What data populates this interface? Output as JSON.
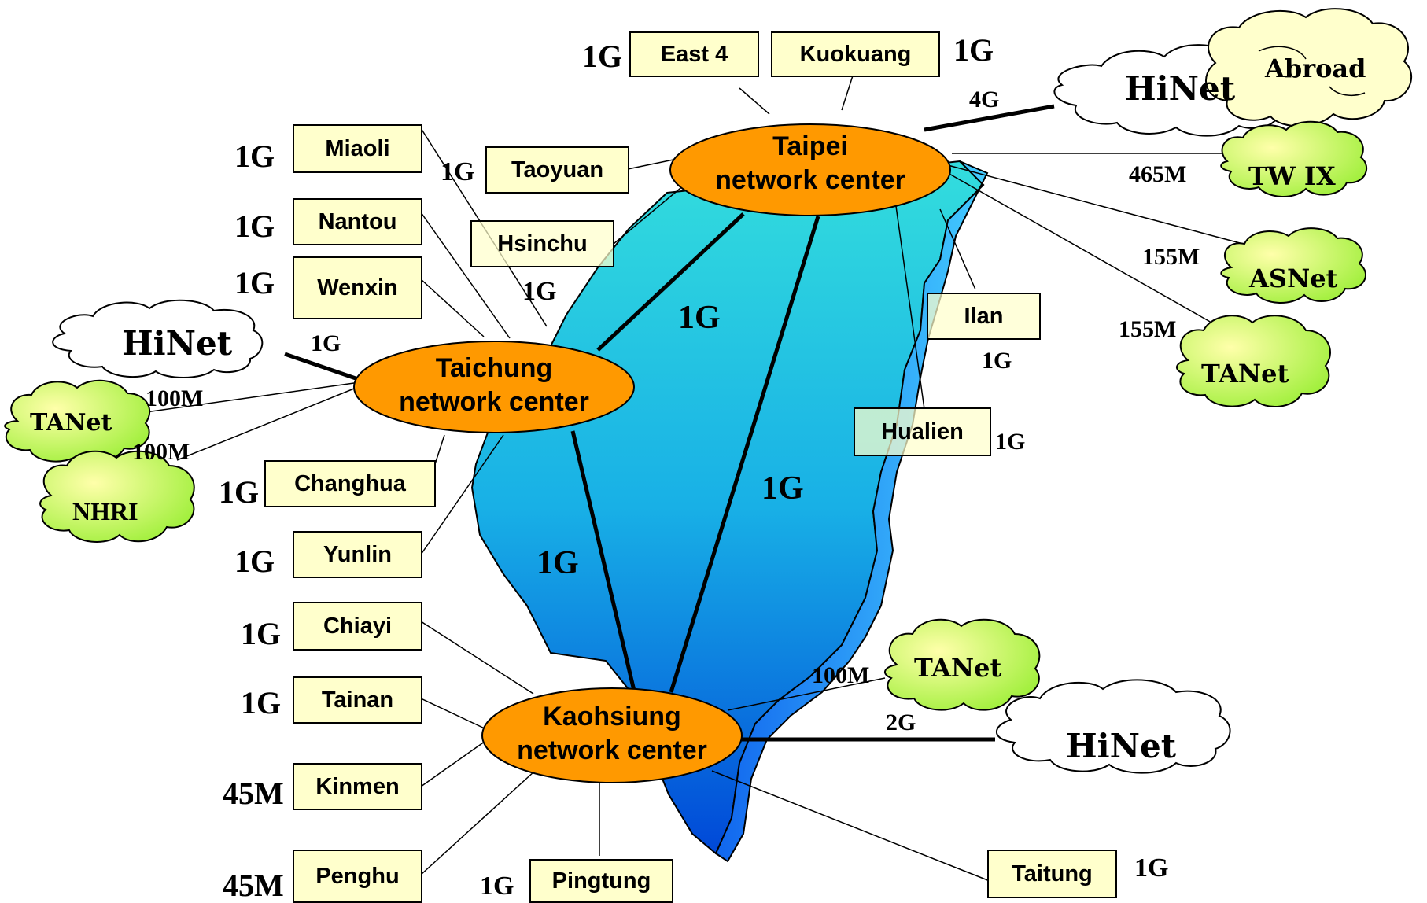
{
  "centers": {
    "taipei": "Taipei\nnetwork center",
    "taichung": "Taichung\nnetwork center",
    "kaohsiung": "Kaohsiung\nnetwork center"
  },
  "sites": {
    "east4": "East 4",
    "kuokuang": "Kuokuang",
    "miaoli": "Miaoli",
    "taoyuan": "Taoyuan",
    "nantou": "Nantou",
    "hsinchu": "Hsinchu",
    "wenxin": "Wenxin",
    "ilan": "Ilan",
    "hualien": "Hualien",
    "changhua": "Changhua",
    "yunlin": "Yunlin",
    "chiayi": "Chiayi",
    "tainan": "Tainan",
    "kinmen": "Kinmen",
    "penghu": "Penghu",
    "pingtung": "Pingtung",
    "taitung": "Taitung"
  },
  "clouds": {
    "hinet_north": "HiNet",
    "abroad": "Abroad",
    "twix": "TW IX",
    "asnet": "ASNet",
    "tanet_north": "TANet",
    "hinet_west": "HiNet",
    "tanet_west": "TANet",
    "nhri": "NHRI",
    "tanet_south": "TANet",
    "hinet_south": "HiNet"
  },
  "bandwidths": {
    "east4": "1G",
    "kuokuang": "1G",
    "hinet_north": "4G",
    "twix": "465M",
    "asnet": "155M",
    "tanet_north": "155M",
    "miaoli": "1G",
    "taoyuan": "1G",
    "nantou": "1G",
    "wenxin": "1G",
    "hsinchu": "1G",
    "hinet_west": "1G",
    "tanet_west": "100M",
    "nhri": "100M",
    "changhua": "1G",
    "yunlin": "1G",
    "chiayi": "1G",
    "tainan": "1G",
    "kinmen": "45M",
    "penghu": "45M",
    "pingtung": "1G",
    "taitung": "1G",
    "ilan": "1G",
    "hualien": "1G",
    "tanet_south": "100M",
    "hinet_south": "2G",
    "backbone_taipei_taichung": "1G",
    "backbone_taipei_kaohsiung": "1G",
    "backbone_taichung_kaohsiung": "1G"
  },
  "colors": {
    "center_fill": "#ff9900",
    "box_fill": "#ffffcc",
    "green_cloud": "#ccff66",
    "yellow_cloud": "#ffffcc",
    "island_top": "#33dddd",
    "island_bottom": "#0055dd"
  }
}
